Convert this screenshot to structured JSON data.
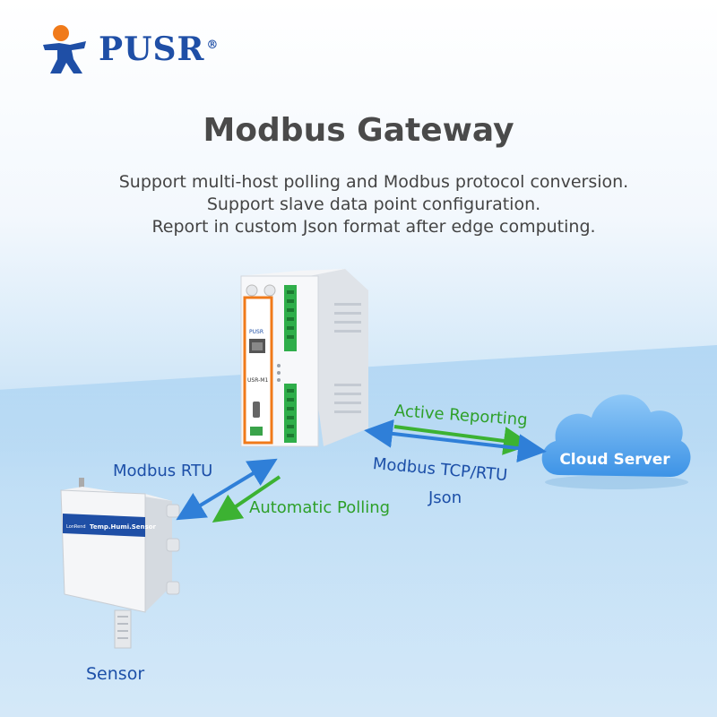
{
  "brand": {
    "name": "PUSR",
    "reg": "®",
    "color": "#1f4fa6",
    "accent": "#f07a1a"
  },
  "title": "Modbus Gateway",
  "subtitle_lines": [
    "Support multi-host polling and Modbus protocol conversion.",
    "Support slave data point configuration.",
    "Report in custom Json format after edge computing."
  ],
  "gateway": {
    "brand_label": "PUSR",
    "model_label": "USR-M1"
  },
  "sensor": {
    "brand_label": "LonRend",
    "name_label": "Temp.Humi.Sensor",
    "caption": "Sensor"
  },
  "cloud": {
    "label": "Cloud Server"
  },
  "links": {
    "rtu_label": "Modbus RTU",
    "polling_label": "Automatic Polling",
    "reporting_label": "Active Reporting",
    "tcp_label": "Modbus TCP/RTU",
    "json_label": "Json"
  },
  "colors": {
    "blue_arrow": "#2f7fd8",
    "green_arrow": "#3cb232",
    "cloud_blue": "#4aa0ec"
  }
}
